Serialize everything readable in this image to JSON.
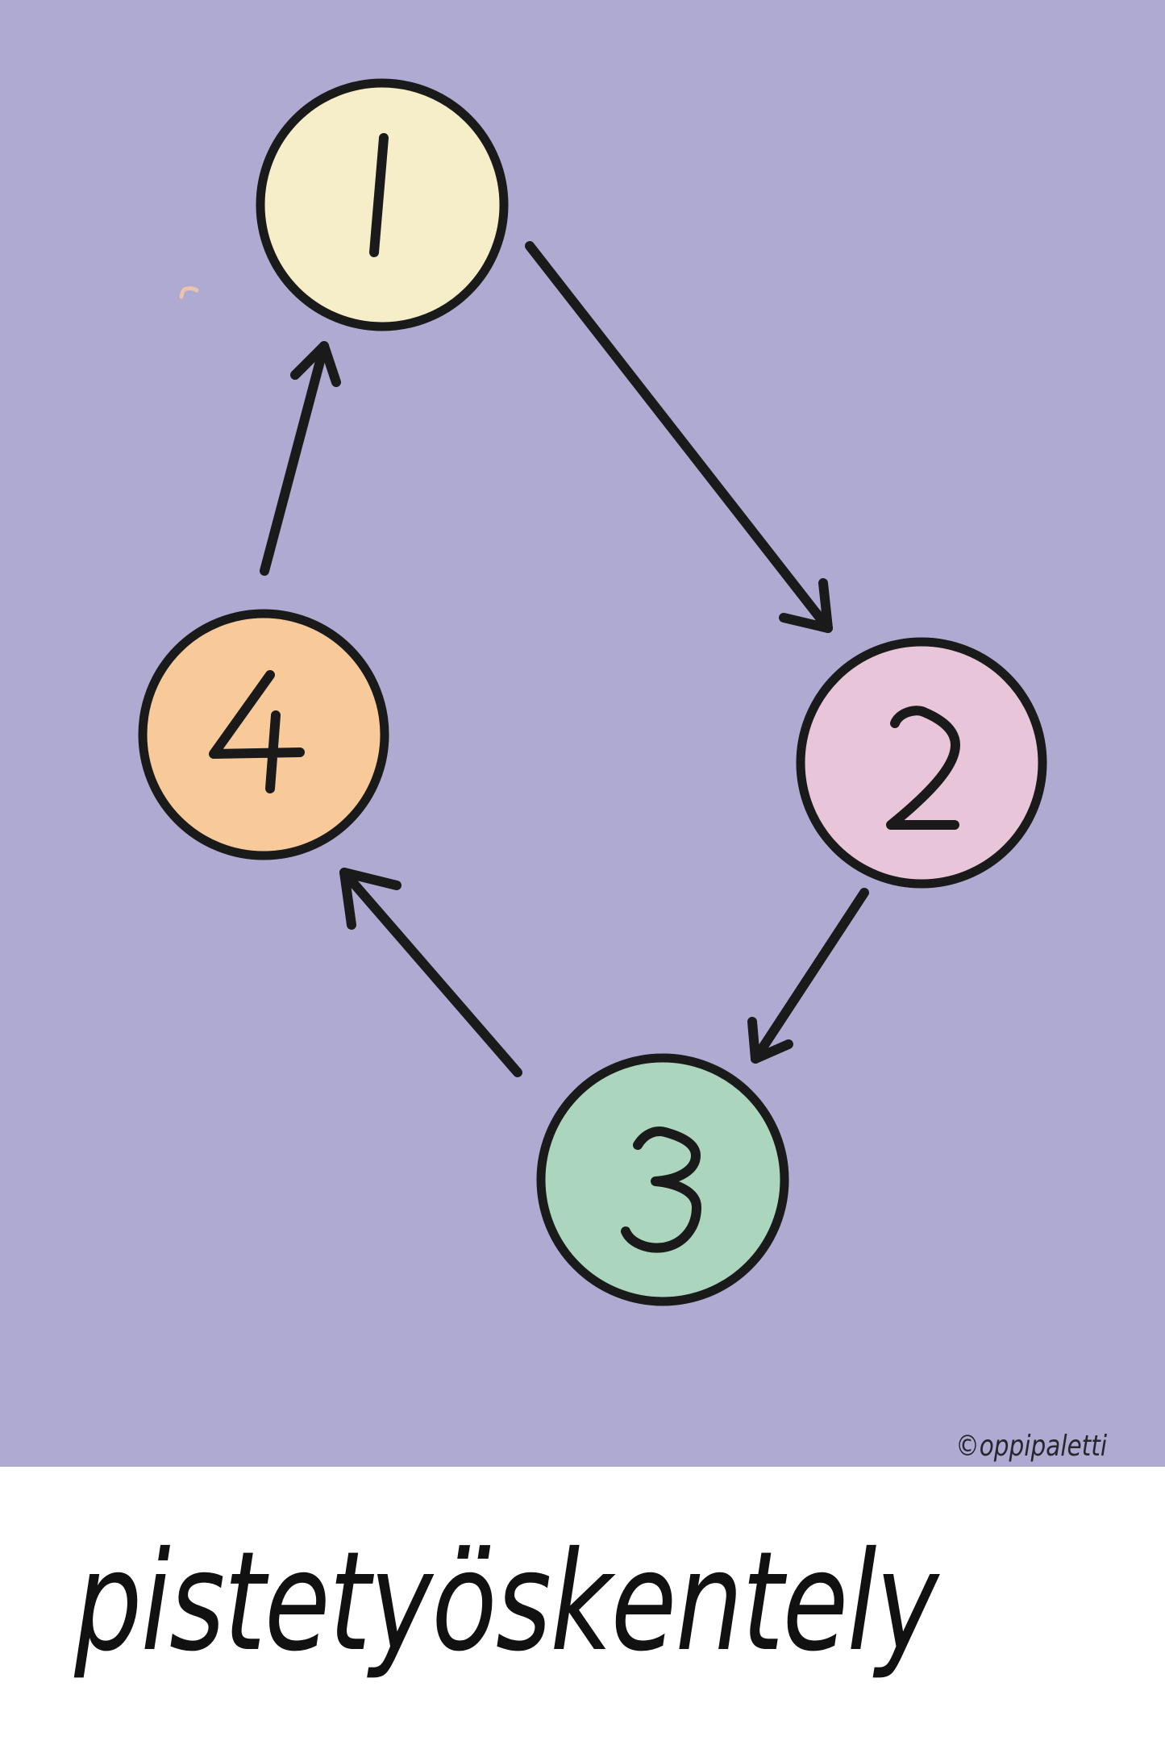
{
  "poster": {
    "title": "pistetyöskentely",
    "watermark": "©oppipaletti",
    "colors": {
      "background": "#aeaad2",
      "band": "#ffffff",
      "ink": "#1a1a1a",
      "text": "#111111"
    }
  },
  "cycle": {
    "steps": [
      {
        "number": "1",
        "fill": "#f6eec9"
      },
      {
        "number": "2",
        "fill": "#e8c5d9"
      },
      {
        "number": "3",
        "fill": "#acd5be"
      },
      {
        "number": "4",
        "fill": "#f9ca99"
      }
    ],
    "arrows": [
      {
        "from": "1",
        "to": "2"
      },
      {
        "from": "2",
        "to": "3"
      },
      {
        "from": "3",
        "to": "4"
      },
      {
        "from": "4",
        "to": "1"
      }
    ]
  }
}
